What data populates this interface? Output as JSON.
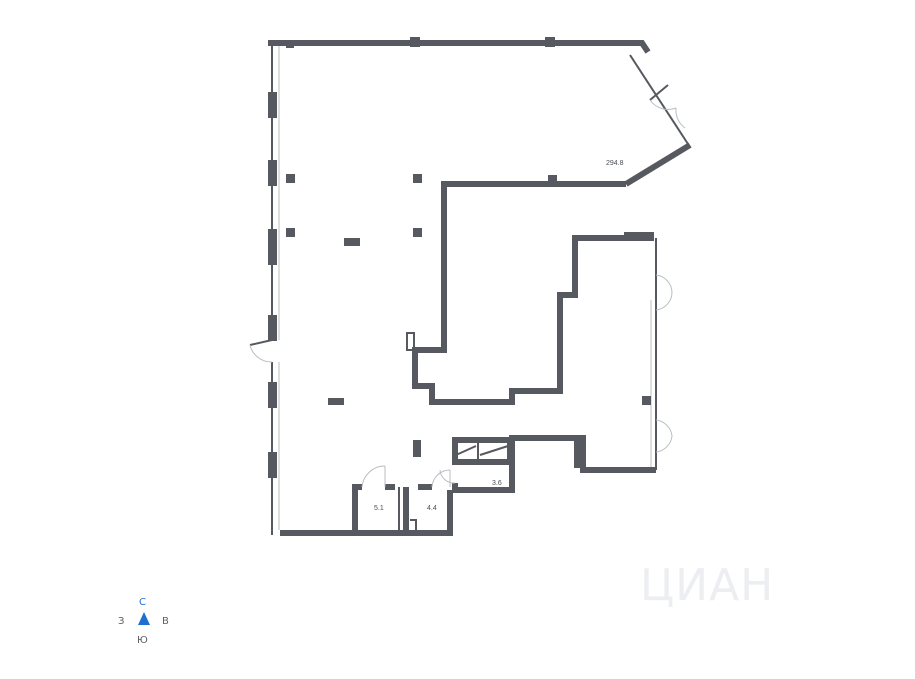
{
  "rooms": {
    "main_area": "294.8",
    "room_a": "5.1",
    "room_b": "4.4",
    "room_c": "3.6"
  },
  "compass": {
    "north": "С",
    "south": "Ю",
    "west": "З",
    "east": "В",
    "arrow_color": "#1f6fd1"
  },
  "watermark": {
    "text": "ЦИАН"
  },
  "colors": {
    "wall": "#56595f",
    "background": "#ffffff"
  }
}
